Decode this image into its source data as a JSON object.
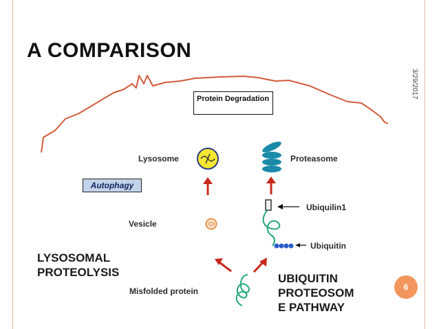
{
  "slide": {
    "title": "A COMPARISON",
    "date": "3/29/2017",
    "page_number": "6"
  },
  "diagram": {
    "box_title": "Protein Degradation",
    "autophagy": "Autophagy",
    "lysosome": "Lysosome",
    "proteasome": "Proteasome",
    "ubiquilin": "Ubiquilin1",
    "vesicle": "Vesicle",
    "ubiquitin": "Ubiquitin",
    "misfolded": "Misfolded protein"
  },
  "overlay": {
    "left_lines": [
      "LYSOSOMAL",
      "PROTEOLYSIS"
    ],
    "right_lines": [
      "UBIQUITIN",
      "PROTEOSOM",
      "E PATHWAY"
    ]
  },
  "colors": {
    "frame": "#e6b8a8",
    "membrane": "#d25a3a",
    "arrow_red": "#c8281e",
    "lysosome_fill": "#f5e732",
    "proteasome": "#1b8aa8",
    "protein_green": "#22a87a",
    "ubiquitin_blue": "#2d5cc9",
    "vesicle_orange": "#e39552",
    "autophagy_bg": "#c4d2ea",
    "page_badge": "#f2965e"
  }
}
